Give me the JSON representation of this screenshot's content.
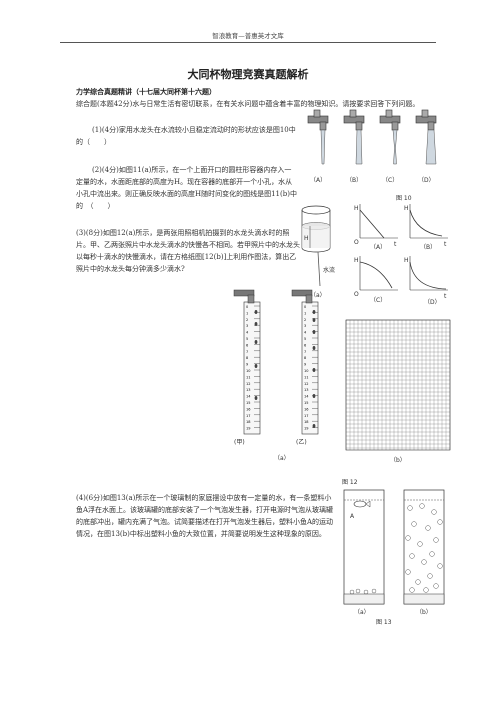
{
  "header": {
    "site": "智浪教育—普惠英才文库"
  },
  "doc": {
    "title": "大同杯物理竞赛真题解析",
    "section": "力学综合真题精讲（十七届大同杯第十六题）",
    "intro": "综合题(本题42分)水与日常生活有密切联系，在有关水问题中蕴含着丰富的物理知识。请按要求回答下列问题。",
    "q1": "(1)(4分)家用水龙头在水流较小且稳定流动时的形状应该是图10中的（　　）",
    "q2": "(2)(4分)如图11(a)所示，在一个上面开口的圆柱形容器内存入一定量的水，水面距底部的高度为H。现在容器的底部开一个小孔，水从小孔中流出来。则正确反映水面的高度H随时间变化的图线是图11(b)中的　（　　）",
    "q3": "(3)(8分)如图12(a)所示，是两张用照相机拍摄到的水龙头滴水时的照片。甲、乙两张照片中水龙头滴水的快慢各不相同。若甲照片中的水龙头以每秒十滴水的快慢滴水，请在方格纸图[12(b)]上利用作图法，算出乙照片中的水龙头每分钟滴多少滴水?",
    "q4": "(4)(6分)如图13(a)所示在一个玻璃制的家庭摆设中放有一定量的水，有一条塑料小鱼A浮在水面上。该玻璃罐的底部安装了一个气泡发生器，打开电源时气泡从玻璃罐的底部冲出，罐内充满了气泡。试简要描述在打开气泡发生器后，塑料小鱼A的运动情况，在图13(b)中标出塑料小鱼的大致位置，并简要说明发生这种现象的原因。"
  },
  "fig10": {
    "labels": [
      "（A）",
      "（B）",
      "（C）",
      "（D）"
    ]
  },
  "fig11": {
    "caption_a": "（a）",
    "water_label": "水流",
    "h_label": "H",
    "fig_label": "图 10",
    "axis_h": "H",
    "axis_o": "O",
    "axis_t": "t",
    "labels": [
      "（A）",
      "（B）",
      "（C）",
      "（D）"
    ]
  },
  "fig12": {
    "label_jia": "(甲)",
    "label_yi": "(乙)",
    "caption_a": "（a）",
    "caption_b": "（b）",
    "fig_label": "图 12",
    "ruler_numbers": [
      "0",
      "1",
      "2",
      "3",
      "4",
      "5",
      "6",
      "7",
      "8",
      "9",
      "10",
      "11",
      "12",
      "13",
      "14",
      "15",
      "16",
      "17",
      "18",
      "19"
    ]
  },
  "fig13": {
    "fish_label": "A",
    "caption_a": "（a）",
    "caption_b": "（b）",
    "fig_label": "图 13"
  }
}
